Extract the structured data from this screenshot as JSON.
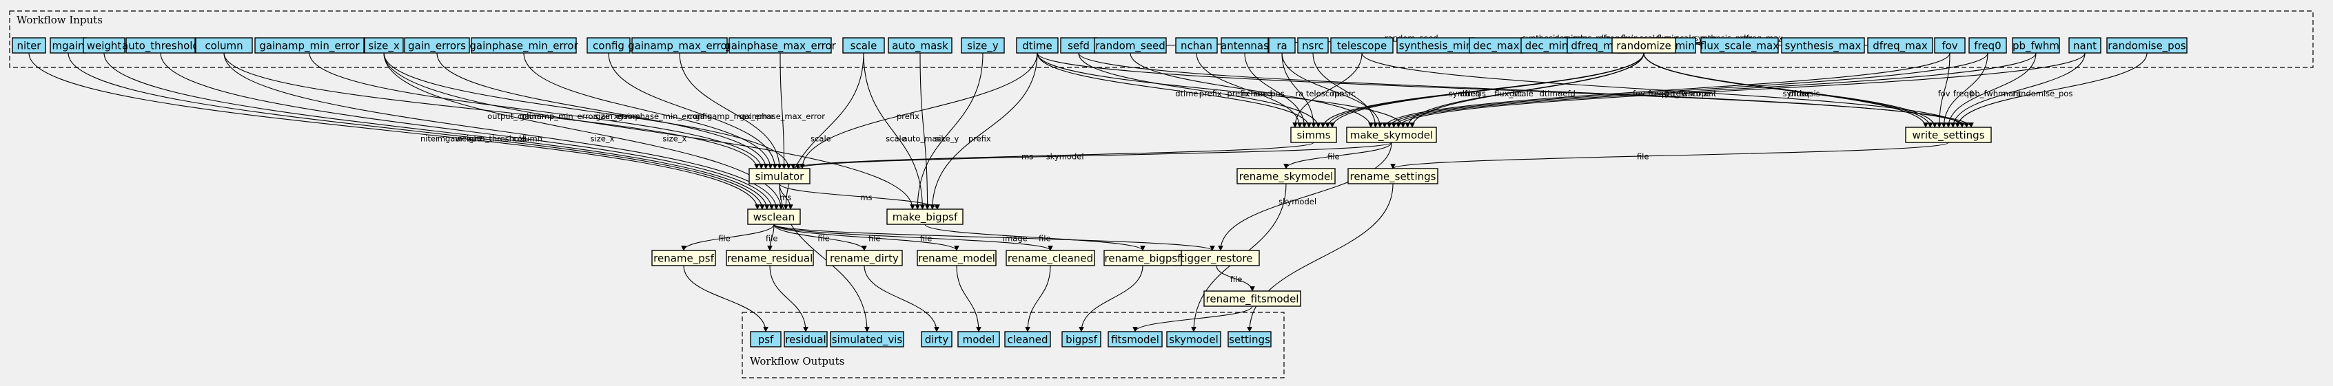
{
  "inputs_title": "Workflow Inputs",
  "outputs_title": "Workflow Outputs",
  "inputs": [
    "niter",
    "mgain",
    "weight",
    "auto_threshold",
    "column",
    "gainamp_min_error",
    "size_x",
    "gain_errors",
    "gainphase_min_error",
    "config",
    "gainamp_max_error",
    "gainphase_max_error",
    "scale",
    "auto_mask",
    "size_y",
    "dtime",
    "sefd",
    "random_seed",
    "nchan",
    "antennas",
    "ra",
    "nsrc",
    "telescope",
    "synthesis_min",
    "dec_max",
    "dec_min",
    "dfreq_min",
    "flux_scale_min",
    "flux_scale_max",
    "synthesis_max",
    "dfreq_max",
    "fov",
    "freq0",
    "pb_fwhm",
    "nant",
    "randomise_pos"
  ],
  "steps": [
    "randomize",
    "simms",
    "make_skymodel",
    "write_settings",
    "simulator",
    "rename_skymodel",
    "rename_settings",
    "make_bigpsf",
    "wsclean",
    "tigger_restore",
    "rename_psf",
    "rename_residual",
    "rename_dirty",
    "rename_model",
    "rename_cleaned",
    "rename_bigpsf",
    "rename_fitsmodel"
  ],
  "outputs": [
    "psf",
    "residual",
    "simulated_vis",
    "dirty",
    "model",
    "cleaned",
    "bigpsf",
    "fitsmodel",
    "skymodel",
    "settings"
  ],
  "edges": [
    [
      "random_seed",
      "randomize",
      "random_seed"
    ],
    [
      "synthesis_min",
      "randomize",
      "synthesis_min"
    ],
    [
      "dec_max",
      "randomize",
      "dec_max"
    ],
    [
      "dec_min",
      "randomize",
      "dec_min"
    ],
    [
      "dfreq_min",
      "randomize",
      "dfreq_min"
    ],
    [
      "flux_scale_min",
      "randomize",
      "flux_scale_min"
    ],
    [
      "flux_scale_max",
      "randomize",
      "flux_scale_max"
    ],
    [
      "synthesis_max",
      "randomize",
      "synthesis_max"
    ],
    [
      "dfreq_max",
      "randomize",
      "dfreq_max"
    ],
    [
      "telescope",
      "simms",
      "telescope"
    ],
    [
      "nchan",
      "simms",
      "nchan"
    ],
    [
      "antennas",
      "simms",
      "pos"
    ],
    [
      "dtime",
      "simms",
      "dtime"
    ],
    [
      "ra",
      "simms",
      "ra"
    ],
    [
      "sefd",
      "simms",
      "prefix"
    ],
    [
      "randomize",
      "simms",
      "synthesis"
    ],
    [
      "randomize",
      "simms",
      "dfreq"
    ],
    [
      "randomize",
      "simms",
      "dec"
    ],
    [
      "random_seed",
      "make_skymodel",
      "seed"
    ],
    [
      "nsrc",
      "make_skymodel",
      "nsrc"
    ],
    [
      "ra",
      "make_skymodel",
      "ra"
    ],
    [
      "fov",
      "make_skymodel",
      "fov"
    ],
    [
      "freq0",
      "make_skymodel",
      "freq0"
    ],
    [
      "pb_fwhm",
      "make_skymodel",
      "pb_fwhm"
    ],
    [
      "nant",
      "make_skymodel",
      "nant"
    ],
    [
      "dtime",
      "make_skymodel",
      "prefix"
    ],
    [
      "randomize",
      "make_skymodel",
      "flux_scale"
    ],
    [
      "randomize",
      "make_skymodel",
      "dec"
    ],
    [
      "randomize",
      "write_settings",
      "dfreq"
    ],
    [
      "randomize",
      "write_settings",
      "synthesis"
    ],
    [
      "randomize",
      "write_settings",
      "dec"
    ],
    [
      "fov",
      "write_settings",
      "fov"
    ],
    [
      "freq0",
      "write_settings",
      "freq0"
    ],
    [
      "pb_fwhm",
      "write_settings",
      "pb_fwhm"
    ],
    [
      "nant",
      "write_settings",
      "nant"
    ],
    [
      "randomise_pos",
      "write_settings",
      "randomise_pos"
    ],
    [
      "telescope",
      "write_settings",
      "telescope"
    ],
    [
      "sefd",
      "write_settings",
      "sefd"
    ],
    [
      "dtime",
      "write_settings",
      "dtime"
    ],
    [
      "output_column",
      "simulator",
      "output_column"
    ],
    [
      "gainamp_min_error",
      "simulator",
      "gainamp_min_error"
    ],
    [
      "gain_errors",
      "simulator",
      "gain_errors"
    ],
    [
      "gainphase_min_error",
      "simulator",
      "gainphase_min_error"
    ],
    [
      "config",
      "simulator",
      "config"
    ],
    [
      "gainamp_max_error",
      "simulator",
      "gainamp_max_error"
    ],
    [
      "gainphase_max_error",
      "simulator",
      "gainphase_max_error"
    ],
    [
      "size_x",
      "simulator",
      "size_x"
    ],
    [
      "simms",
      "simulator",
      "ms"
    ],
    [
      "make_skymodel",
      "simulator",
      "skymodel"
    ],
    [
      "dtime",
      "simulator",
      "prefix"
    ],
    [
      "size_x",
      "make_bigpsf",
      "size_x"
    ],
    [
      "size_y",
      "make_bigpsf",
      "size_y"
    ],
    [
      "scale",
      "make_bigpsf",
      "scale"
    ],
    [
      "auto_mask",
      "make_bigpsf",
      "auto_mask"
    ],
    [
      "dtime",
      "make_bigpsf",
      "prefix"
    ],
    [
      "simulator",
      "make_bigpsf",
      "ms"
    ],
    [
      "niter",
      "wsclean",
      "niter"
    ],
    [
      "mgain",
      "wsclean",
      "mgain"
    ],
    [
      "weight",
      "wsclean",
      "weight"
    ],
    [
      "auto_threshold",
      "wsclean",
      "auto_threshold"
    ],
    [
      "column",
      "wsclean",
      "column"
    ],
    [
      "size_x",
      "wsclean",
      "size_x"
    ],
    [
      "scale",
      "wsclean",
      "scale"
    ],
    [
      "simulator",
      "wsclean",
      "ms"
    ],
    [
      "make_skymodel",
      "rename_skymodel",
      "file"
    ],
    [
      "write_settings",
      "rename_settings",
      "file"
    ],
    [
      "wsclean",
      "tigger_restore",
      "image"
    ],
    [
      "make_skymodel",
      "tigger_restore",
      "skymodel"
    ],
    [
      "wsclean",
      "rename_psf",
      "file"
    ],
    [
      "wsclean",
      "rename_residual",
      "file"
    ],
    [
      "wsclean",
      "rename_dirty",
      "file"
    ],
    [
      "wsclean",
      "rename_model",
      "file"
    ],
    [
      "wsclean",
      "rename_cleaned",
      "file"
    ],
    [
      "make_bigpsf",
      "rename_bigpsf",
      "file"
    ],
    [
      "tigger_restore",
      "rename_fitsmodel",
      "file"
    ],
    [
      "rename_psf",
      "psf",
      ""
    ],
    [
      "rename_residual",
      "residual",
      ""
    ],
    [
      "simulator",
      "simulated_vis",
      ""
    ],
    [
      "rename_dirty",
      "dirty",
      ""
    ],
    [
      "rename_model",
      "model",
      ""
    ],
    [
      "rename_cleaned",
      "cleaned",
      ""
    ],
    [
      "rename_bigpsf",
      "bigpsf",
      ""
    ],
    [
      "rename_fitsmodel",
      "fitsmodel",
      ""
    ],
    [
      "rename_skymodel",
      "skymodel",
      ""
    ],
    [
      "rename_settings",
      "settings",
      ""
    ]
  ]
}
